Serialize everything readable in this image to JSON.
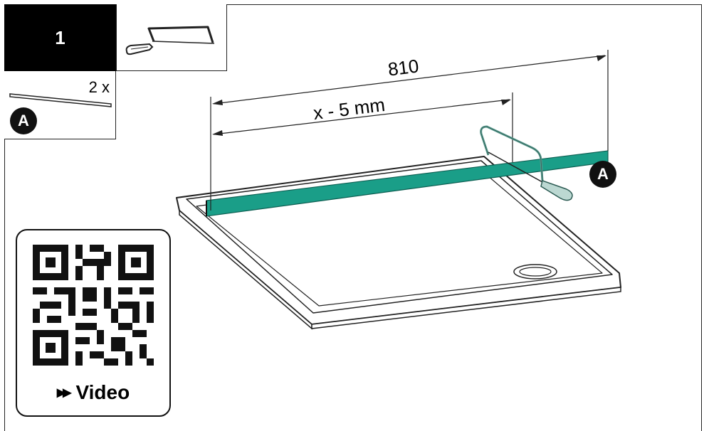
{
  "step": {
    "number": "1"
  },
  "tool": {
    "icon": "hacksaw-icon"
  },
  "parts": {
    "quantity": "2 x",
    "label": "A"
  },
  "dimensions": {
    "total": "810",
    "cut": "x - 5 mm"
  },
  "callout": {
    "label": "A"
  },
  "qr": {
    "link_label": "Video",
    "icon": "fast-forward-icon"
  },
  "colors": {
    "profile": "#1a9e88",
    "ink": "#111111"
  }
}
